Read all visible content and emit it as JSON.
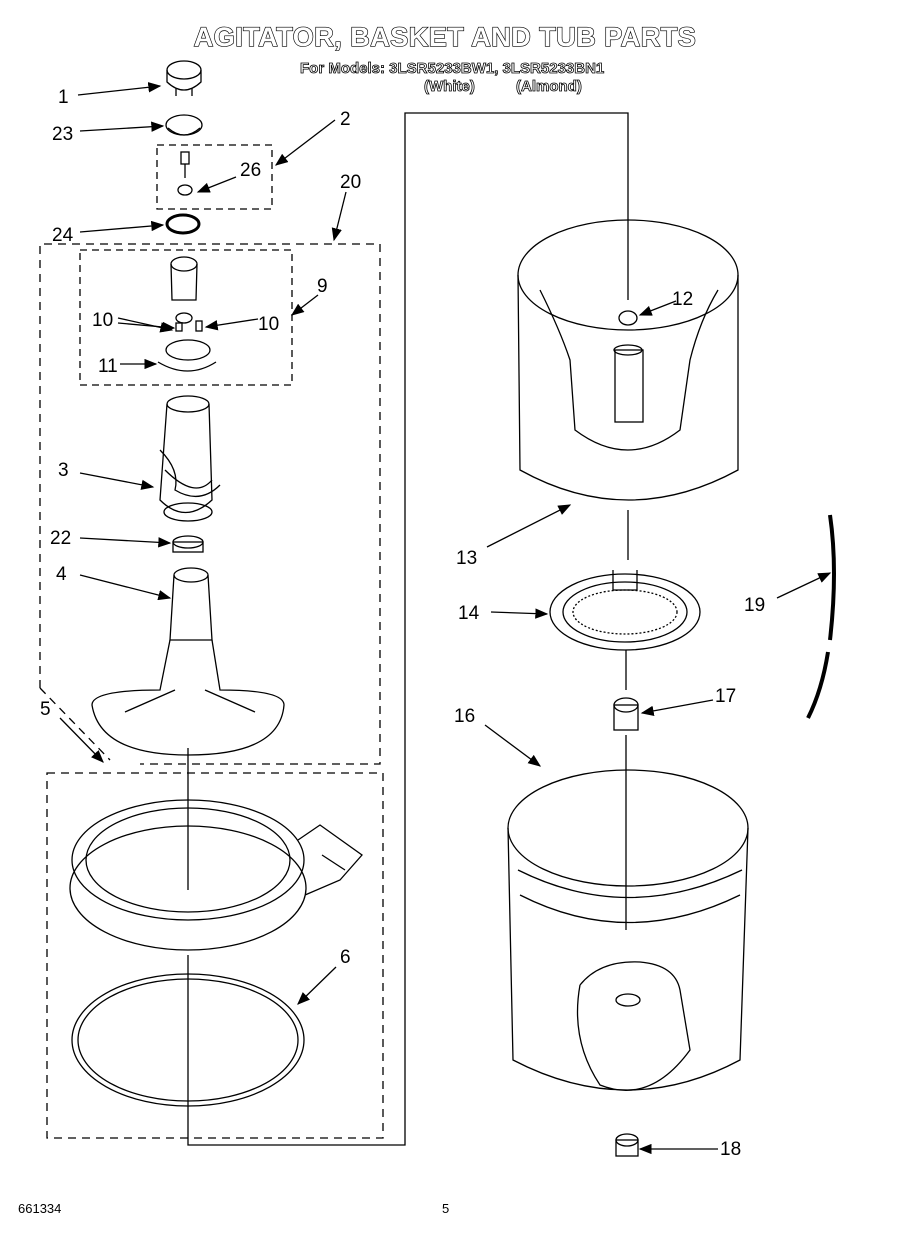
{
  "title": "AGITATOR, BASKET AND TUB PARTS",
  "models_line": "For Models: 3LSR5233BW1, 3LSR5233BN1",
  "variant_white": "(White)",
  "variant_almond": "(Almond)",
  "footer_code": "661334",
  "footer_page": "5",
  "callouts": [
    "1",
    "23",
    "2",
    "26",
    "24",
    "20",
    "9",
    "10",
    "10",
    "11",
    "3",
    "22",
    "4",
    "5",
    "6",
    "12",
    "13",
    "14",
    "19",
    "17",
    "16",
    "18"
  ]
}
